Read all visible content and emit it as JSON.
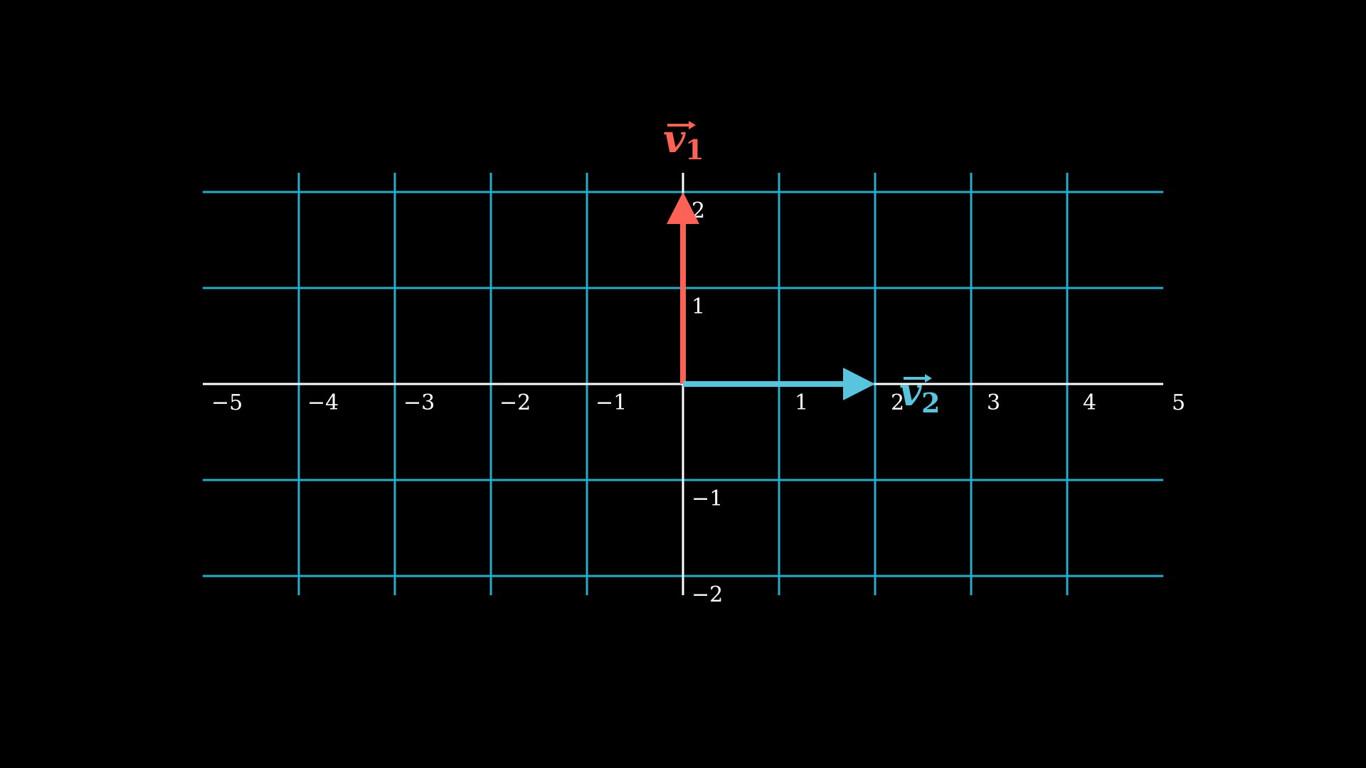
{
  "plane": {
    "x_range": [
      -5,
      5
    ],
    "y_range": [
      -2,
      2
    ],
    "grid": true,
    "background_color": "#000000",
    "grid_color": "#29abca",
    "axis_color": "#ffffff",
    "x_tick_labels": [
      "−5",
      "−4",
      "−3",
      "−2",
      "−1",
      "1",
      "2",
      "3",
      "4",
      "5"
    ],
    "y_tick_labels": [
      "2",
      "1",
      "−1",
      "−2"
    ]
  },
  "vectors": [
    {
      "label_base": "v",
      "label_sub": "1",
      "components": [
        0,
        2
      ],
      "color": "#fc6255"
    },
    {
      "label_base": "v",
      "label_sub": "2",
      "components": [
        2,
        0
      ],
      "color": "#58c4dd"
    }
  ]
}
